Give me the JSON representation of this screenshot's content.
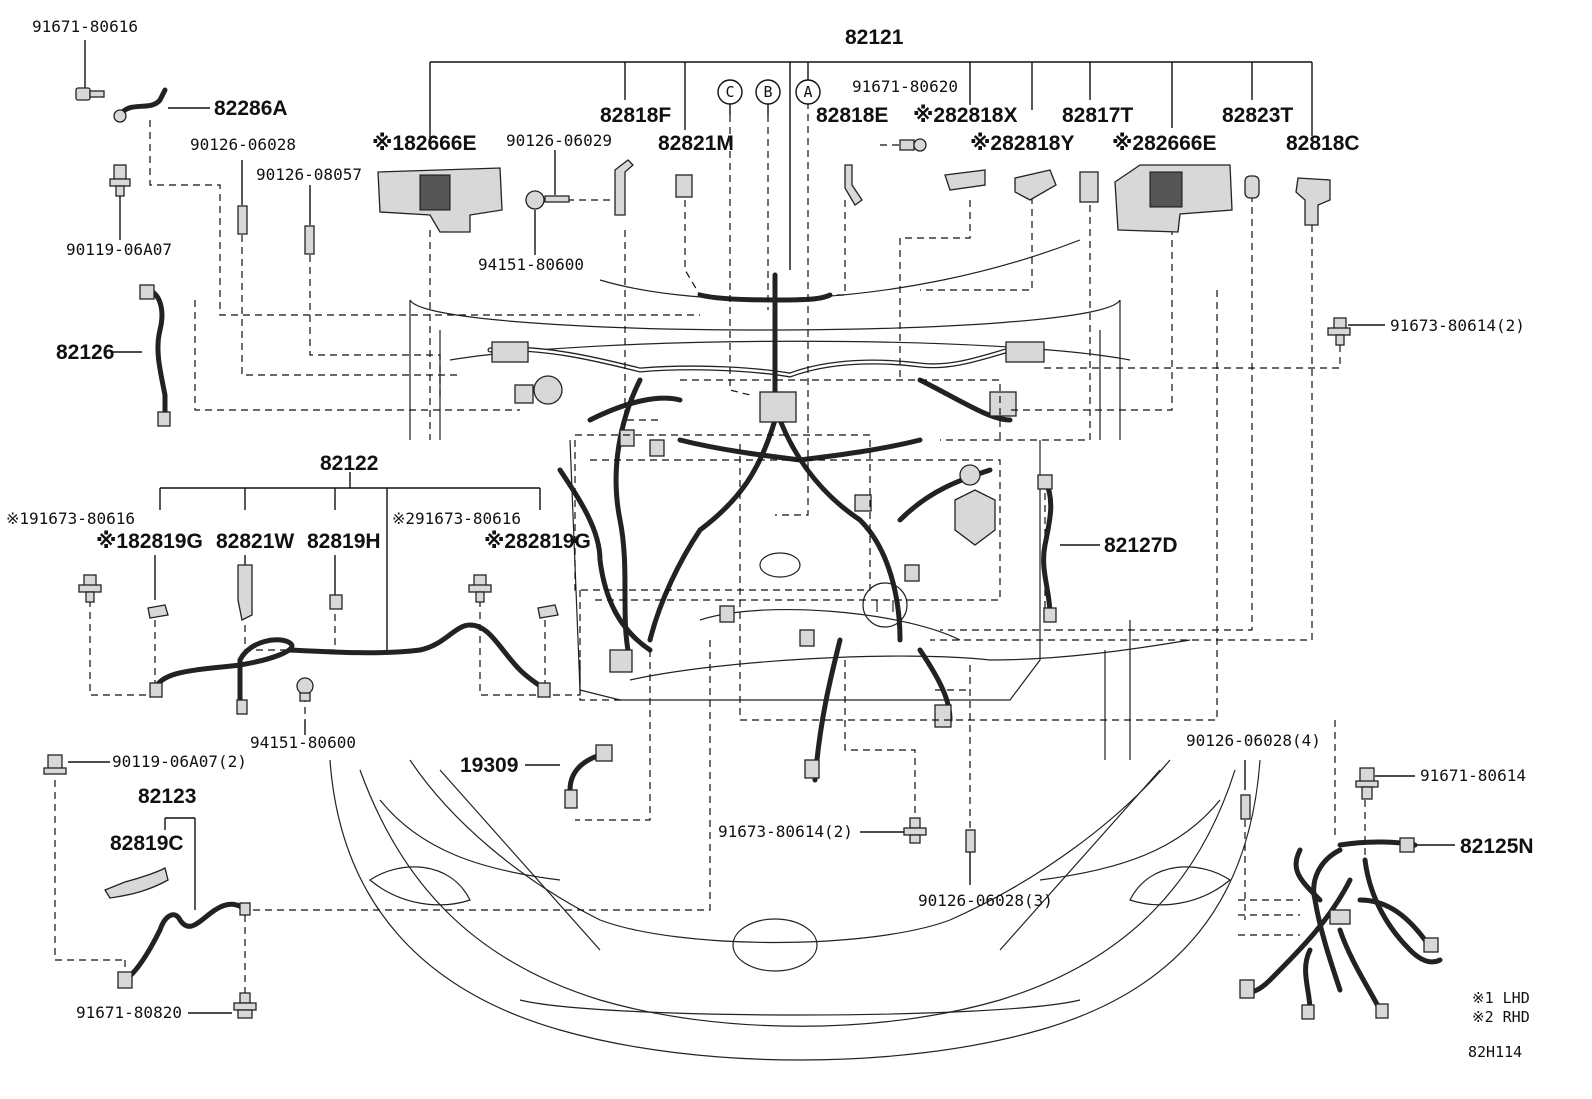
{
  "diagram": {
    "code": "82H114",
    "legend": [
      "※1 LHD",
      "※2 RHD"
    ],
    "callout_circles": [
      "C",
      "B",
      "A"
    ],
    "labels": {
      "p82121": "82121",
      "p91671_80616": "91671-80616",
      "p82286A": "82286A",
      "p90126_06028": "90126-06028",
      "p90126_08057": "90126-08057",
      "p90119_06A07": "90119-06A07",
      "p82666E_1": "※182666E",
      "p90126_06029": "90126-06029",
      "p82818F": "82818F",
      "p82821M": "82821M",
      "p94151_80600_top": "94151-80600",
      "p91671_80620": "91671-80620",
      "p82818E": "82818E",
      "p82818X": "※282818X",
      "p82818Y": "※282818Y",
      "p82817T": "82817T",
      "p82666E_2": "※282666E",
      "p82823T": "82823T",
      "p82818C": "82818C",
      "p91673_80614_2_right": "91673-80614(2)",
      "p82126": "82126",
      "p82122": "82122",
      "p91673_80616_1": "※191673-80616",
      "p82819G_1": "※182819G",
      "p82821W": "82821W",
      "p82819H": "82819H",
      "p91673_80616_2": "※291673-80616",
      "p82819G_2": "※282819G",
      "p82127D": "82127D",
      "p94151_80600_bot": "94151-80600",
      "p90119_06A07_2": "90119-06A07(2)",
      "p19309": "19309",
      "p82123": "82123",
      "p82819C": "82819C",
      "p91673_80614_2_bot": "91673-80614(2)",
      "p90126_06028_3": "90126-06028(3)",
      "p90126_06028_4": "90126-06028(4)",
      "p91671_80614": "91671-80614",
      "p82125N": "82125N",
      "p91671_80820": "91671-80820"
    }
  }
}
